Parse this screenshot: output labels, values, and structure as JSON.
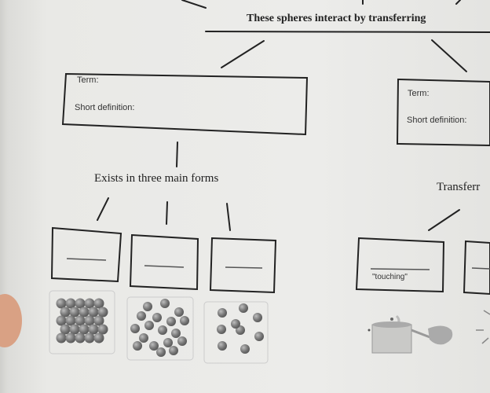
{
  "heading": "These spheres interact by transferring",
  "left_box": {
    "term_label": "Term:",
    "definition_label": "Short definition:"
  },
  "right_box": {
    "term_label": "Term:",
    "definition_label": "Short definition:"
  },
  "forms_caption": "Exists in three main forms",
  "transfer_caption": "Transferr",
  "touching_label": "\"touching\"",
  "images": [
    "solid-particles-icon",
    "liquid-particles-icon",
    "gas-particles-icon",
    "pot-on-stove-hand-icon",
    "radiation-rays-icon"
  ]
}
